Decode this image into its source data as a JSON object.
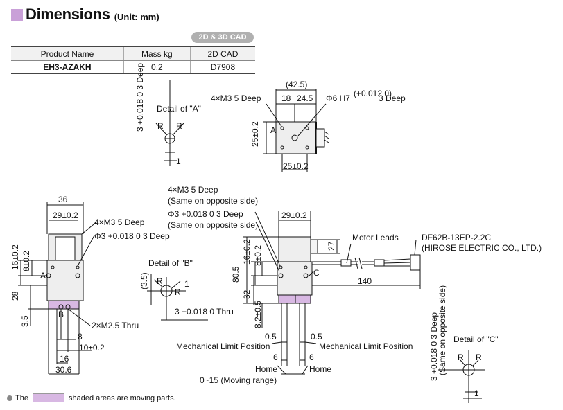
{
  "header": {
    "title": "Dimensions",
    "unit": "(Unit: mm)",
    "cad_badge": "2D & 3D CAD"
  },
  "spec_table": {
    "columns": [
      "Product Name",
      "Mass kg",
      "2D CAD"
    ],
    "row": {
      "product": "EH3-AZAKH",
      "mass": "0.2",
      "cad": "D7908"
    }
  },
  "labels": {
    "detail_a": "Detail of \"A\"",
    "detail_b": "Detail of \"B\"",
    "detail_c": "Detail of \"C\"",
    "dim_42_5": "(42.5)",
    "dim_18": "18",
    "dim_24_5": "24.5",
    "phi6": "Φ6 H7",
    "phi6_tol": "(+0.012 0)",
    "deep3": "3 Deep",
    "m3_5deep": "4×M3 5 Deep",
    "dim_25_side": "25±0.2",
    "dim_25_bottom": "25±0.2",
    "label_a": "A",
    "a_deep": "3 +0.018 0 3 Deep",
    "r": "R",
    "one": "1",
    "dim_36": "36",
    "dim_29_left": "29±0.2",
    "m3_5deep_left": "4×M3 5 Deep",
    "phi3_left": "Φ3 +0.018 0 3 Deep",
    "dim_16": "16±0.2",
    "dim_8": "8±0.2",
    "dim_28": "28",
    "dim_3_5": "3.5",
    "label_b": "B",
    "m2_5": "2×M2.5 Thru",
    "dim_8b": "8",
    "dim_10": "10±0.2",
    "dim_16b": "16",
    "dim_30_6": "30.6",
    "b_3_5": "(3.5)",
    "b_thru": "3 +0.018 0 Thru",
    "m3_opp": "4×M3 5 Deep",
    "opp1": "(Same on opposite side)",
    "phi3_opp": "Φ3 +0.018 0 3 Deep",
    "opp2": "(Same on opposite side)",
    "dim_29_main": "29±0.2",
    "dim_27": "27",
    "motor_leads": "Motor Leads",
    "connector": "DF62B-13EP-2.2C",
    "connector_mfr": "(HIROSE ELECTRIC CO., LTD.)",
    "dim_16_main": "16±0.2",
    "dim_8_main": "8±0.2",
    "dim_80_5": "80.5",
    "dim_32": "32",
    "dim_8_2": "8.2±0.5",
    "label_c": "C",
    "dim_140": "140",
    "dim_0_5a": "0.5",
    "dim_0_5b": "0.5",
    "mech_limit_l": "Mechanical Limit Position",
    "mech_limit_r": "Mechanical Limit Position",
    "dim_6a": "6",
    "dim_6b": "6",
    "home_l": "Home",
    "home_r": "Home",
    "moving_range": "0~15 (Moving range)",
    "c_deep": "3 +0.018 0 3 Deep",
    "c_opp": "(Same on opposite side)"
  },
  "footer": {
    "prefix": "The",
    "suffix": "shaded areas are moving parts."
  },
  "colors": {
    "moving_part": "#d8b8e3",
    "badge": "#b0b0b0",
    "title_square": "#c9a0d8",
    "body": "#eeeeee"
  }
}
